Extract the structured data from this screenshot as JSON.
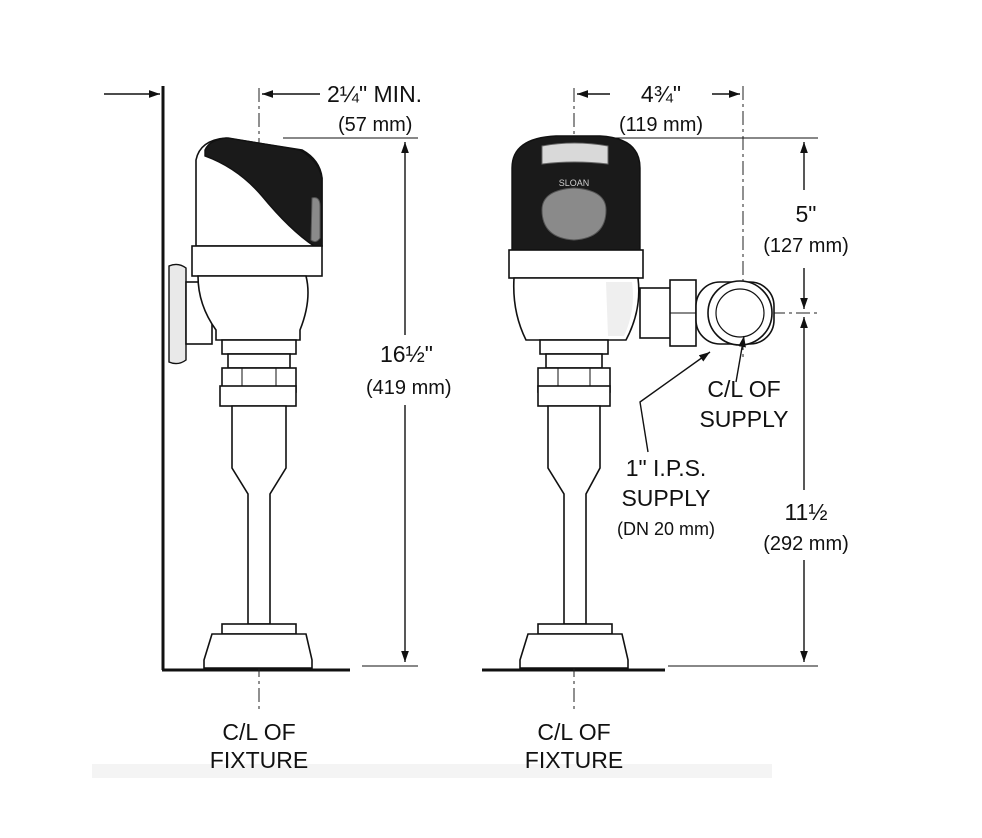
{
  "side_view": {
    "offset_label": "2¼\" MIN.",
    "offset_metric": "(57 mm)",
    "height_label": "16½\"",
    "height_metric": "(419 mm)",
    "fixture_line1": "C/L OF",
    "fixture_line2": "FIXTURE"
  },
  "front_view": {
    "offset_label": "4¾\"",
    "offset_metric": "(119 mm)",
    "top_label": "5\"",
    "top_metric": "(127 mm)",
    "supply_line1": "C/L OF",
    "supply_line2": "SUPPLY",
    "ips_line1": "1\" I.P.S.",
    "ips_line2": "SUPPLY",
    "ips_metric": "(DN 20 mm)",
    "bottom_label": "11½",
    "bottom_metric": "(292 mm)",
    "brand": "SLOAN",
    "fixture_line1": "C/L OF",
    "fixture_line2": "FIXTURE"
  }
}
